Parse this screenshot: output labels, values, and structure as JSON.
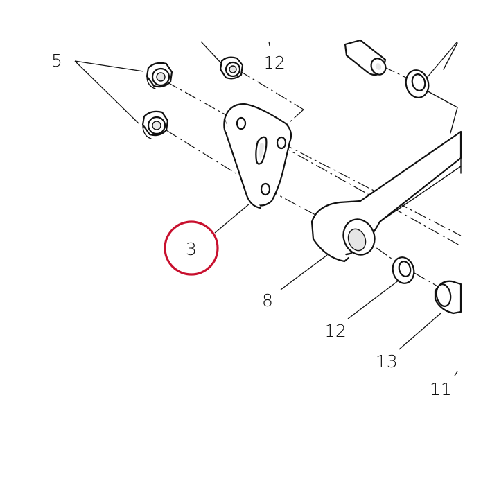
{
  "callouts": {
    "c5": "5",
    "c12_top": "12",
    "c3": "3",
    "c8": "8",
    "c12_bottom": "12",
    "c13": "13",
    "c11": "11"
  },
  "highlight": {
    "part": "3",
    "color": "#c8102e"
  }
}
